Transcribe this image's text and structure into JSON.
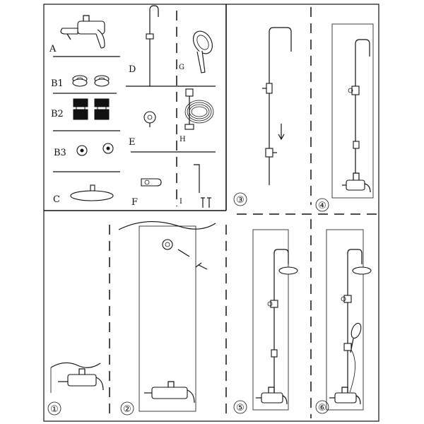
{
  "parts": {
    "A": "A",
    "B1": "B1",
    "B2": "B2",
    "B3": "B3",
    "C": "C",
    "D": "D",
    "E": "E",
    "F": "F",
    "G": "G",
    "H": "H",
    "I": "I"
  },
  "steps": {
    "s1": "①",
    "s2": "②",
    "s3": "③",
    "s4": "④",
    "s5": "⑤",
    "s6": "⑥"
  }
}
